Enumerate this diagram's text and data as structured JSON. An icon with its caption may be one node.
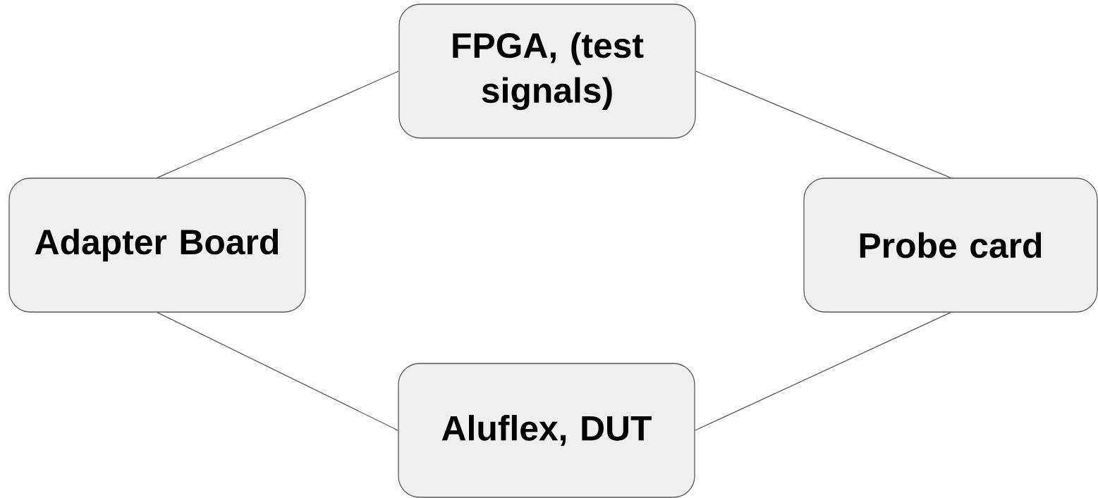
{
  "diagram": {
    "nodes": [
      {
        "text": [
          "FPGA, (test signals)"
        ]
      },
      {
        "text": [
          "Adapter Board"
        ]
      },
      {
        "text": [
          "Probe card"
        ]
      },
      {
        "text": [
          "Aluflex, DUT"
        ]
      }
    ],
    "edges": [
      {
        "from": 1,
        "to": 0,
        "arrow": "none"
      },
      {
        "from": 0,
        "to": 2,
        "arrow": "none"
      },
      {
        "from": 1,
        "to": 3,
        "arrow": "none"
      },
      {
        "from": 2,
        "to": 3,
        "arrow": "none"
      }
    ]
  }
}
